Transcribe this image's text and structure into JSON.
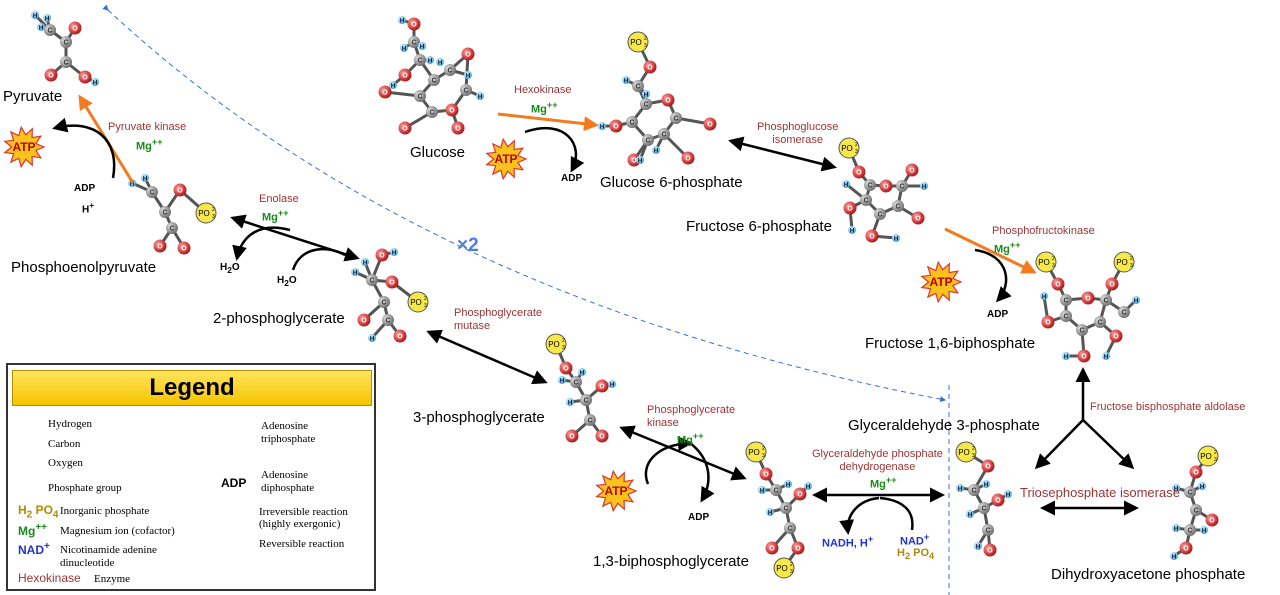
{
  "molecules": {
    "pyruvate": "Pyruvate",
    "glucose": "Glucose",
    "glucose6p": "Glucose 6-phosphate",
    "fructose6p": "Fructose 6-phosphate",
    "fructose16bp": "Fructose 1,6-biphosphate",
    "pep": "Phosphoenolpyruvate",
    "pg2": "2-phosphoglycerate",
    "pg3": "3-phosphoglycerate",
    "bpg13": "1,3-biphosphoglycerate",
    "g3p": "Glyceraldehyde 3-phosphate",
    "dhap": "Dihydroxyacetone phosphate"
  },
  "enzymes": {
    "pyruvate_kinase": "Pyruvate kinase",
    "enolase": "Enolase",
    "hexokinase": "Hexokinase",
    "pgi_1": "Phosphoglucose",
    "pgi_2": "isomerase",
    "pfk": "Phosphofructokinase",
    "pgm_1": "Phosphoglycerate",
    "pgm_2": "mutase",
    "pgk_1": "Phosphoglycerate",
    "pgk_2": "kinase",
    "gapdh_1": "Glyceraldehyde phosphate",
    "gapdh_2": "dehydrogenase",
    "aldolase": "Fructose bisphosphate aldolase",
    "tpi": "Triosephosphate isomerase"
  },
  "cofactors": {
    "mg": "Mg",
    "mg_charge": "++",
    "atp": "ATP",
    "adp": "ADP",
    "h_plus": "H",
    "plus": "+",
    "h2o_h": "H",
    "h2o_2": "2",
    "h2o_o": "O",
    "nadh": "NADH, H",
    "nad": "NAD",
    "pi_h": "H",
    "pi_2": "2",
    "pi_po": "PO",
    "pi_4": "4",
    "times_two": "×2"
  },
  "atom_letters": {
    "h": "H",
    "c": "C",
    "o": "O",
    "po3": "PO",
    "po3_sub": "3",
    "po3_sup": "2"
  },
  "legend": {
    "title": "Legend",
    "hydrogen": "Hydrogen",
    "carbon": "Carbon",
    "oxygen": "Oxygen",
    "phosphate": "Phosphate group",
    "pi_label": "Inorganic phosphate",
    "mg_label": "Magnesium ion (cofactor)",
    "nad_label_1": "Nicotinamide adenine",
    "nad_label_2": "dinucleotide",
    "enzyme_example": "Hexokinase",
    "enzyme_label": "Enzyme",
    "atp_label_1": "Adenosine",
    "atp_label_2": "triphosphate",
    "adp_label_1": "Adenosine",
    "adp_label_2": "diphosphate",
    "irrev_1": "Irreversible reaction",
    "irrev_2": "(highly exergonic)",
    "rev": "Reversible reaction"
  },
  "colors": {
    "irreversible": "#f47a1f",
    "reversible": "#000000",
    "carbon": "#8a8a8a",
    "oxygen": "#d42a2a",
    "hydrogen": "#6ec9e8",
    "phosphate": "#f6e84a",
    "dashed": "#3a6fd8"
  }
}
